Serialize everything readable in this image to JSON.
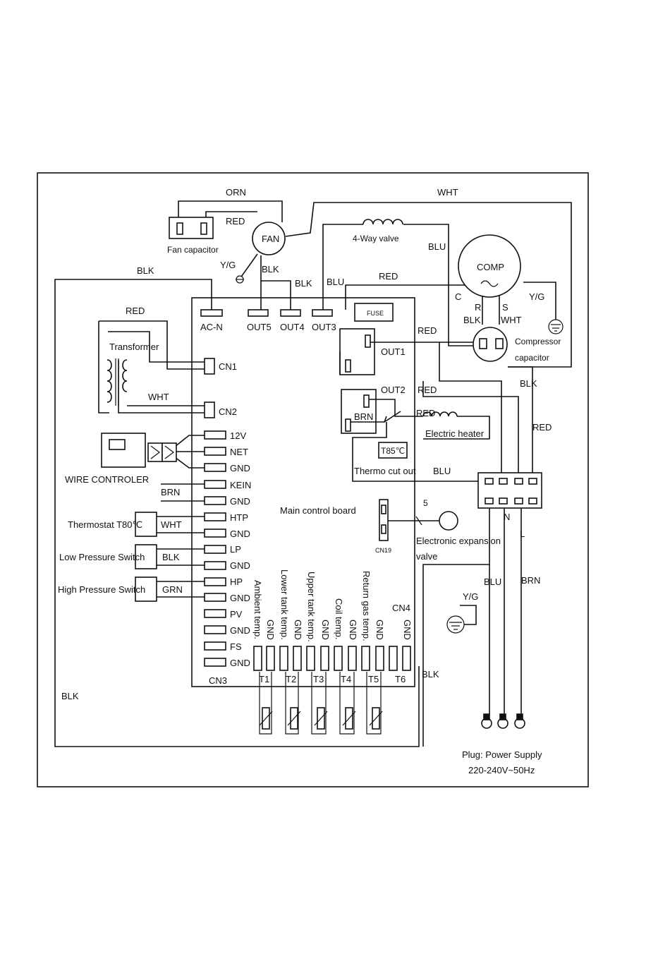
{
  "labels": {
    "orn": "ORN",
    "wht_top": "WHT",
    "red_fan": "RED",
    "fan": "FAN",
    "fan_capacitor": "Fan capacitor",
    "yg_fan": "Y/G",
    "blk_fan": "BLK",
    "four_way_valve": "4-Way valve",
    "blu_4way": "BLU",
    "comp": "COMP",
    "yg_comp": "Y/G",
    "c": "C",
    "r": "R",
    "s": "S",
    "blk_cap": "BLK",
    "wht_cap": "WHT",
    "compressor_capacitor_1": "Compressor",
    "compressor_capacitor_2": "capacitor",
    "blk_left": "BLK",
    "blk_out5": "BLK",
    "blu_out3": "BLU",
    "red_out1": "RED",
    "ac_n": "AC-N",
    "out5": "OUT5",
    "out4": "OUT4",
    "out3": "OUT3",
    "fuse": "FUSE",
    "red_transformer": "RED",
    "transformer": "Transformer",
    "wht_transformer": "WHT",
    "cn1": "CN1",
    "cn2": "CN2",
    "out1": "OUT1",
    "red_out1_right": "RED",
    "blk_right": "BLK",
    "out2": "OUT2",
    "red_out2": "RED",
    "brn_heater": "BRN",
    "red_heater": "RED",
    "electric_heater": "Electric heater",
    "red_right": "RED",
    "t85": "T85℃",
    "thermo_cut_out": "Thermo cut out",
    "blu_thermo": "BLU",
    "p_12v": "12V",
    "p_net": "NET",
    "p_gnd1": "GND",
    "wire_controler": "WIRE  CONTROLER",
    "brn_kein": "BRN",
    "p_kein": "KEIN",
    "p_gnd2": "GND",
    "thermostat": "Thermostat T80℃",
    "wht_htp": "WHT",
    "p_htp": "HTP",
    "p_gnd3": "GND",
    "main_board": "Main control board",
    "num5": "5",
    "n": "N",
    "l": "L",
    "low_pressure": "Low Pressure Switch",
    "blk_lp": "BLK",
    "p_lp": "LP",
    "p_gnd4": "GND",
    "cn19": "CN19",
    "eev_1": "Electronic expansion",
    "eev_2": "valve",
    "high_pressure": "High Pressure Switch",
    "grn_hp": "GRN",
    "p_hp": "HP",
    "p_gnd5": "GND",
    "blu_bottom": "BLU",
    "brn_bottom": "BRN",
    "p_pv": "PV",
    "p_gnd6": "GND",
    "p_fs": "FS",
    "p_gnd7": "GND",
    "yg_bottom": "Y/G",
    "cn4": "CN4",
    "cn3": "CN3",
    "ambient": "Ambient temp.",
    "gnd_t1": "GND",
    "lower_tank": "Lower tank temp.",
    "gnd_t2": "GND",
    "upper_tank": "Upper tank temp.",
    "gnd_t3": "GND",
    "coil": "Coil temp.",
    "gnd_t4": "GND",
    "return_gas": "Return gas temp.",
    "gnd_t5": "GND",
    "gnd_t6": "GND",
    "t1": "T1",
    "t2": "T2",
    "t3": "T3",
    "t4": "T4",
    "t5": "T5",
    "t6": "T6",
    "blk_cn4": "BLK",
    "blk_bottom_left": "BLK",
    "plug_1": "Plug: Power Supply",
    "plug_2": "220-240V~50Hz"
  }
}
